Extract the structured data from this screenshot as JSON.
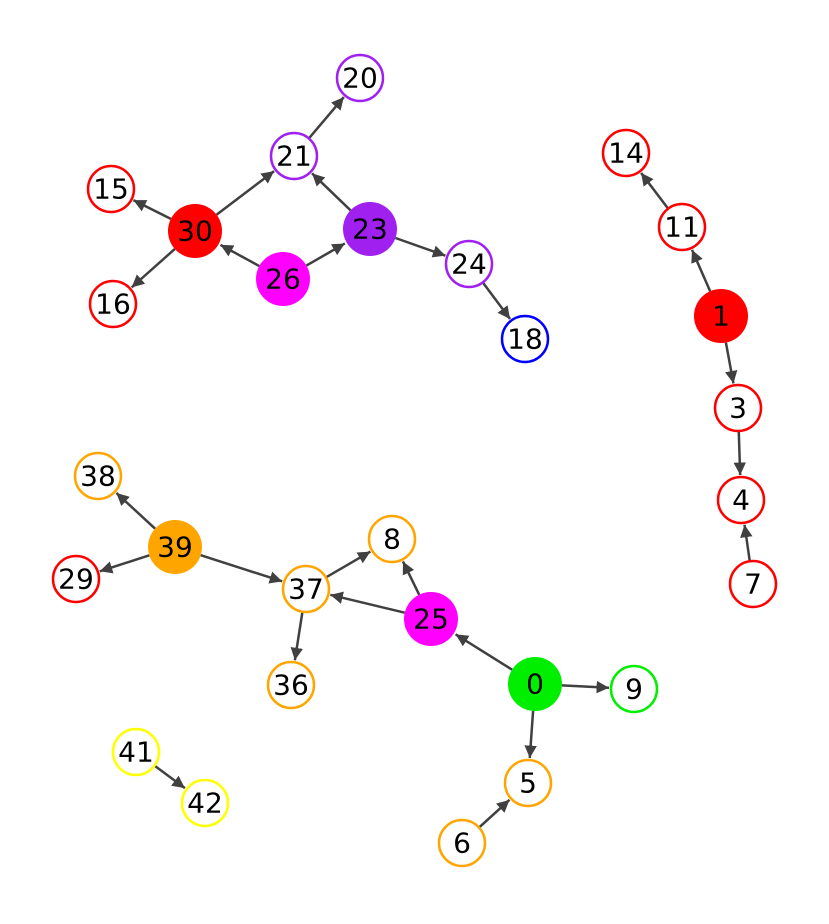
{
  "nodes": [
    {
      "id": "0",
      "label": "0",
      "filled": true,
      "color": "#00ee00"
    },
    {
      "id": "1",
      "label": "1",
      "filled": true,
      "color": "#ff0000"
    },
    {
      "id": "3",
      "label": "3",
      "filled": false,
      "color": "#ff0000"
    },
    {
      "id": "4",
      "label": "4",
      "filled": false,
      "color": "#ff0000"
    },
    {
      "id": "5",
      "label": "5",
      "filled": false,
      "color": "#ffa500"
    },
    {
      "id": "6",
      "label": "6",
      "filled": false,
      "color": "#ffa500"
    },
    {
      "id": "7",
      "label": "7",
      "filled": false,
      "color": "#ff0000"
    },
    {
      "id": "8",
      "label": "8",
      "filled": false,
      "color": "#ffa500"
    },
    {
      "id": "9",
      "label": "9",
      "filled": false,
      "color": "#00ee00"
    },
    {
      "id": "11",
      "label": "11",
      "filled": false,
      "color": "#ff0000"
    },
    {
      "id": "14",
      "label": "14",
      "filled": false,
      "color": "#ff0000"
    },
    {
      "id": "15",
      "label": "15",
      "filled": false,
      "color": "#ff0000"
    },
    {
      "id": "16",
      "label": "16",
      "filled": false,
      "color": "#ff0000"
    },
    {
      "id": "18",
      "label": "18",
      "filled": false,
      "color": "#0000ff"
    },
    {
      "id": "20",
      "label": "20",
      "filled": false,
      "color": "#a020f0"
    },
    {
      "id": "21",
      "label": "21",
      "filled": false,
      "color": "#a020f0"
    },
    {
      "id": "23",
      "label": "23",
      "filled": true,
      "color": "#a020f0"
    },
    {
      "id": "24",
      "label": "24",
      "filled": false,
      "color": "#a020f0"
    },
    {
      "id": "25",
      "label": "25",
      "filled": true,
      "color": "#ff00ff"
    },
    {
      "id": "26",
      "label": "26",
      "filled": true,
      "color": "#ff00ff"
    },
    {
      "id": "29",
      "label": "29",
      "filled": false,
      "color": "#ff0000"
    },
    {
      "id": "30",
      "label": "30",
      "filled": true,
      "color": "#ff0000"
    },
    {
      "id": "36",
      "label": "36",
      "filled": false,
      "color": "#ffa500"
    },
    {
      "id": "37",
      "label": "37",
      "filled": false,
      "color": "#ffa500"
    },
    {
      "id": "38",
      "label": "38",
      "filled": false,
      "color": "#ffa500"
    },
    {
      "id": "39",
      "label": "39",
      "filled": true,
      "color": "#ffa500"
    },
    {
      "id": "41",
      "label": "41",
      "filled": false,
      "color": "#ffff00"
    },
    {
      "id": "42",
      "label": "42",
      "filled": false,
      "color": "#ffff00"
    }
  ],
  "edges": [
    {
      "from": "0",
      "to": "25"
    },
    {
      "from": "0",
      "to": "9"
    },
    {
      "from": "0",
      "to": "5"
    },
    {
      "from": "6",
      "to": "5"
    },
    {
      "from": "25",
      "to": "37"
    },
    {
      "from": "25",
      "to": "8"
    },
    {
      "from": "37",
      "to": "8"
    },
    {
      "from": "37",
      "to": "36"
    },
    {
      "from": "39",
      "to": "37"
    },
    {
      "from": "39",
      "to": "38"
    },
    {
      "from": "39",
      "to": "29"
    },
    {
      "from": "41",
      "to": "42"
    },
    {
      "from": "1",
      "to": "11"
    },
    {
      "from": "11",
      "to": "14"
    },
    {
      "from": "1",
      "to": "3"
    },
    {
      "from": "3",
      "to": "4"
    },
    {
      "from": "7",
      "to": "4"
    },
    {
      "from": "30",
      "to": "15"
    },
    {
      "from": "30",
      "to": "16"
    },
    {
      "from": "30",
      "to": "21"
    },
    {
      "from": "26",
      "to": "30"
    },
    {
      "from": "26",
      "to": "23"
    },
    {
      "from": "23",
      "to": "21"
    },
    {
      "from": "23",
      "to": "24"
    },
    {
      "from": "21",
      "to": "20"
    },
    {
      "from": "24",
      "to": "18"
    }
  ],
  "edge_color": "#404040"
}
